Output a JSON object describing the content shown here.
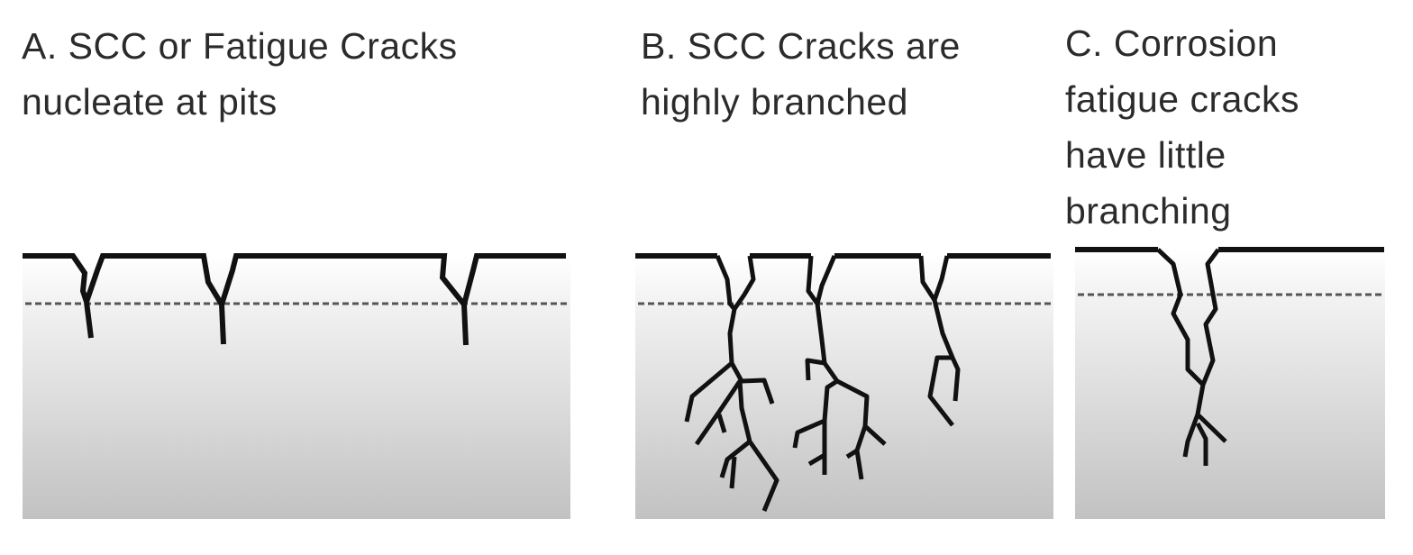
{
  "panels": [
    {
      "id": "A",
      "caption_lines": [
        "A. SCC or Fatigue Cracks",
        "nucleate at pits"
      ]
    },
    {
      "id": "B",
      "caption_lines": [
        "B. SCC Cracks are",
        "highly branched"
      ]
    },
    {
      "id": "C",
      "caption_lines": [
        "C. Corrosion",
        "fatigue cracks",
        "have little",
        "branching"
      ]
    }
  ],
  "colors": {
    "crack": "#111111",
    "material_top": "#ffffff",
    "material_bottom": "#c2c2c2",
    "text": "#2b2b2b"
  }
}
